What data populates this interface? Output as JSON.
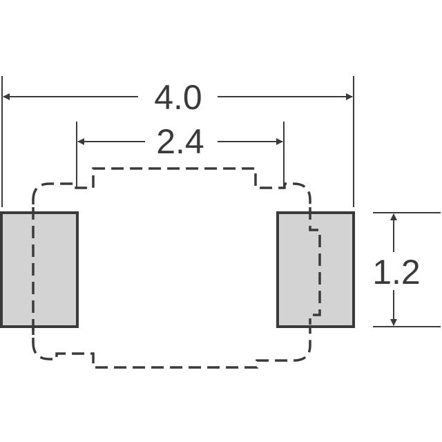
{
  "dimensions": {
    "overall_width": "4.0",
    "inner_width": "2.4",
    "pad_height": "1.2"
  },
  "colors": {
    "line": "#3a3a3a",
    "pad_fill": "#d3d3d3",
    "background": "#ffffff"
  }
}
